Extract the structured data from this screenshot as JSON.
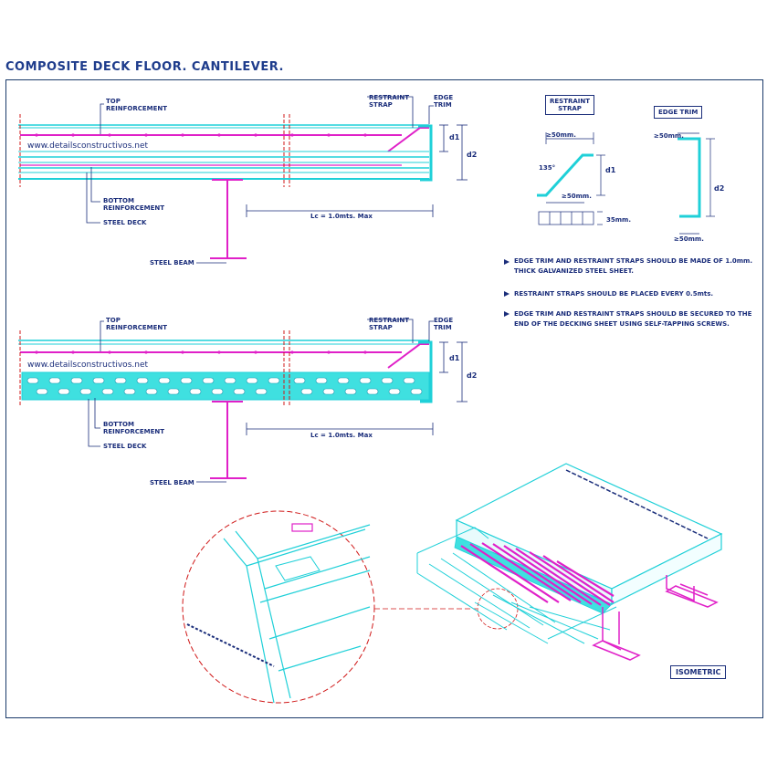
{
  "title": "COMPOSITE DECK FLOOR. CANTILEVER.",
  "section_top": {
    "top_reinforcement": "TOP\nREINFORCEMENT",
    "restraint_strap": "RESTRAINT\nSTRAP",
    "edge_trim": "EDGE\nTRIM",
    "watermark": "www.detailsconstructivos.net",
    "bottom_reinforcement": "BOTTOM\nREINFORCEMENT",
    "steel_deck": "STEEL DECK",
    "steel_beam": "STEEL BEAM",
    "d1": "d1",
    "d2": "d2",
    "lc": "Lc = 1.0mts. Max"
  },
  "section_bottom": {
    "top_reinforcement": "TOP\nREINFORCEMENT",
    "restraint_strap": "RESTRAINT\nSTRAP",
    "edge_trim": "EDGE\nTRIM",
    "watermark": "www.detailsconstructivos.net",
    "bottom_reinforcement": "BOTTOM\nREINFORCEMENT",
    "steel_deck": "STEEL DECK",
    "steel_beam": "STEEL BEAM",
    "d1": "d1",
    "d2": "d2",
    "lc": "Lc = 1.0mts. Max"
  },
  "strap_detail": {
    "title": "RESTRAINT\nSTRAP",
    "dim_top": "≥50mm.",
    "angle": "135°",
    "d1": "d1",
    "dim_bottom": "≥50mm.",
    "width": "35mm."
  },
  "edge_trim_detail": {
    "title": "EDGE TRIM",
    "dim_top": "≥50mm.",
    "d2": "d2",
    "dim_bottom": "≥50mm."
  },
  "notes": [
    "EDGE TRIM AND RESTRAINT STRAPS SHOULD BE MADE OF 1.0mm. THICK GALVANIZED STEEL SHEET.",
    "RESTRAINT STRAPS SHOULD BE PLACED EVERY 0.5mts.",
    "EDGE TRIM AND RESTRAINT STRAPS SHOULD BE SECURED TO THE END OF THE DECKING SHEET USING SELF-TAPPING SCREWS."
  ],
  "isometric_label": "ISOMETRIC",
  "colors": {
    "cyan": "#1fd0d8",
    "magenta": "#e020c8",
    "blue": "#1a2d7a",
    "red": "#d01818",
    "teal_fill": "#3fe0e0"
  }
}
